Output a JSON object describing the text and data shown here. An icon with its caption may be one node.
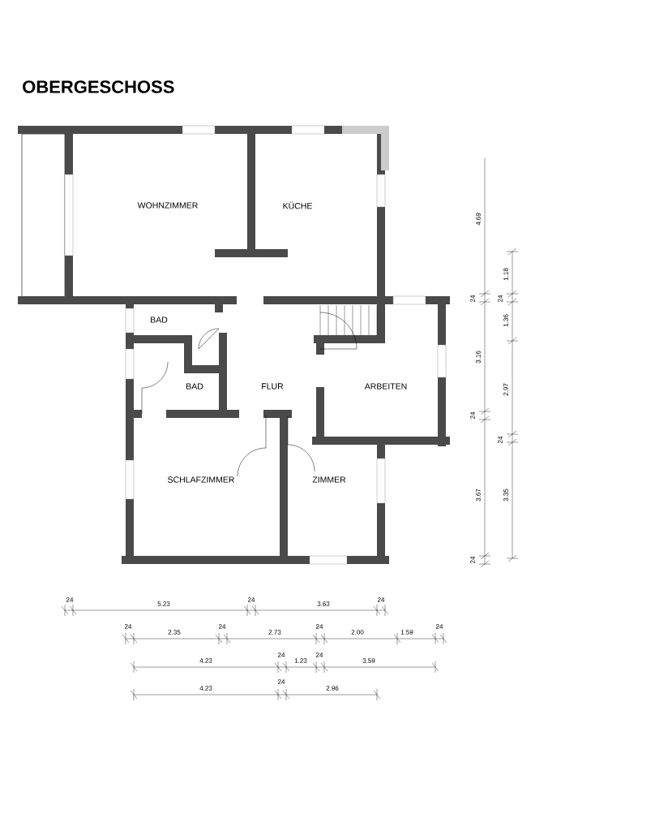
{
  "diagram": {
    "title": "OBERGESCHOSS",
    "labels": [
      "WOHNZIMMER",
      "KÜCHE",
      "BAD",
      "BAD",
      "FLUR",
      "ARBEITEN",
      "SCHLAFZIMMER",
      "ZIMMER",
      "4.69",
      "24",
      "3.16",
      "24",
      "3.67",
      "24",
      "1.18",
      "24",
      "1.36",
      "2.97",
      "24",
      "3.35",
      "24",
      "5.23",
      "24",
      "3.63",
      "24",
      "24",
      "2.35",
      "24",
      "2.73",
      "24",
      "2.00",
      "1.59",
      "24",
      "4.23",
      "24",
      "1.23",
      "24",
      "3.59",
      "4.23",
      "24",
      "2.96"
    ]
  }
}
